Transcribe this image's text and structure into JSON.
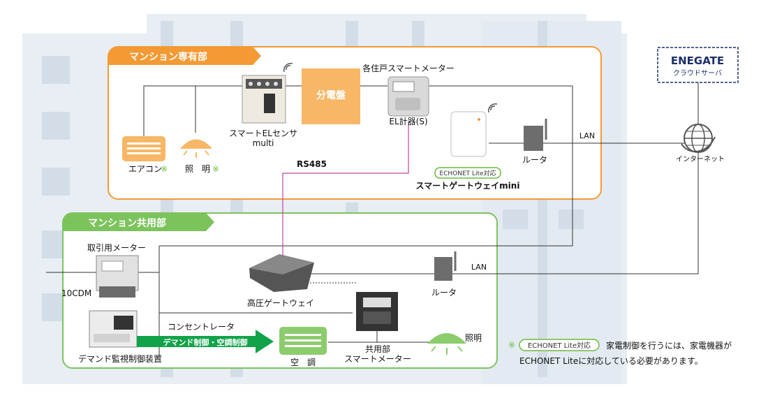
{
  "sections": {
    "private": {
      "title": "マンション専有部",
      "color": "#f39a34"
    },
    "common": {
      "title": "マンション共用部",
      "color": "#7cc35c"
    }
  },
  "cloud": {
    "brand": "ENEGATE",
    "label": "クラウドサーバ",
    "color": "#1b2f6b"
  },
  "internet": {
    "label": "インターネット",
    "icon": "globe-icon"
  },
  "private_area": {
    "aircon": {
      "label": "エアコン",
      "mark": "※"
    },
    "lighting": {
      "label": "照　明",
      "mark": "※"
    },
    "sensor": {
      "label_line1": "スマートELセンサ",
      "label_line2": "multi"
    },
    "panel": {
      "label": "分電盤"
    },
    "meter": {
      "top_label": "各住戸スマートメーター",
      "bottom_label": "EL計器(S)"
    },
    "gateway": {
      "badge": "ECHONET Lite対応",
      "label": "スマートゲートウェイmini"
    },
    "router": {
      "label": "ルータ"
    },
    "lan": "LAN",
    "rs485": "RS485"
  },
  "common_area": {
    "trade_meter": "取引用メーター",
    "cdm": "10CDM",
    "demand_device": "デマンド監視制御装置",
    "concentrator": "コンセントレータ",
    "arrow": "デマンド制御・空調制御",
    "hv_gateway": "高圧ゲートウェイ",
    "router": "ルータ",
    "lan": "LAN",
    "shared_meter_line1": "共用部",
    "shared_meter_line2": "スマートメーター",
    "aircon": "空　調",
    "lighting": "照明"
  },
  "note": {
    "mark": "※",
    "badge": "ECHONET Lite対応",
    "text_line1": "家電制御を行うには、家電機器が",
    "text_line2": "ECHONET Liteに対応している必要があります。"
  },
  "colors": {
    "badge_border": "#6bbb3e",
    "arrow": "#11a34a",
    "rs485_line": "#c0469a",
    "device_orange": "#f7b766",
    "device_green": "#8ccc6c",
    "building": "#dde7ef"
  }
}
